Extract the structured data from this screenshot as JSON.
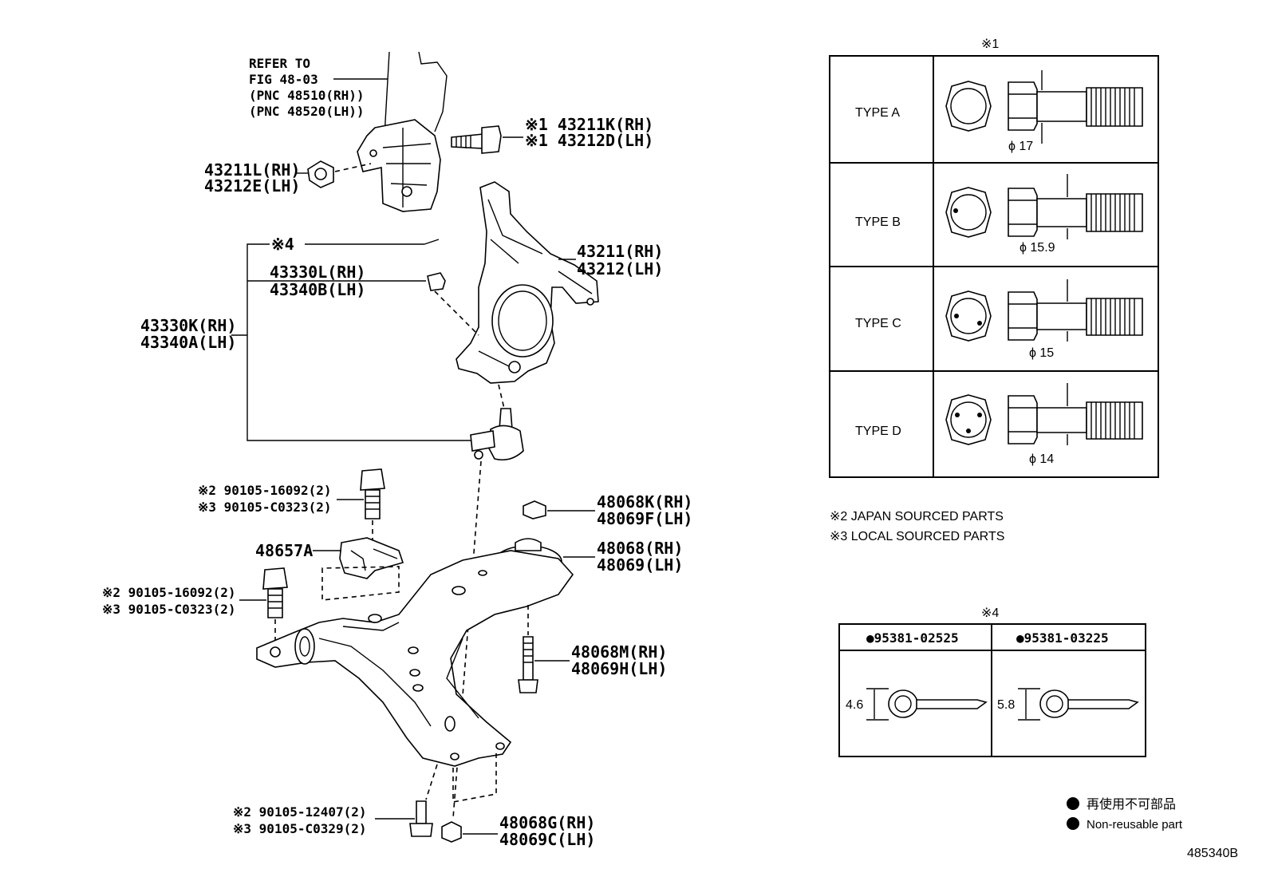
{
  "diagram_id": "485340B",
  "strut_refer": {
    "line1": "REFER TO",
    "line2": "FIG 48-03",
    "line3": "(PNC 48510(RH))",
    "line4": "(PNC 48520(LH))"
  },
  "labels": {
    "bolt_rh": "※1 43211K(RH)",
    "bolt_lh": "※1 43212D(LH)",
    "nut_rh": "43211L(RH)",
    "nut_lh": "43212E(LH)",
    "mark4": "※4",
    "knuckle_rh": "43211(RH)",
    "knuckle_lh": "43212(LH)",
    "pin_rh": "43330L(RH)",
    "pin_lh": "43340B(LH)",
    "balljoint_rh": "43330K(RH)",
    "balljoint_lh": "43340A(LH)",
    "bolt_upper_2": "※2 90105-16092(2)",
    "bolt_upper_3": "※3 90105-C0323(2)",
    "nut_arm_rh": "48068K(RH)",
    "nut_arm_lh": "48069F(LH)",
    "bracket": "48657A",
    "bush_rh": "48068(RH)",
    "bush_lh": "48069(LH)",
    "bolt_mid_2": "※2 90105-16092(2)",
    "bolt_mid_3": "※3 90105-C0323(2)",
    "bolt_arm_rh": "48068M(RH)",
    "bolt_arm_lh": "48069H(LH)",
    "bolt_low_2": "※2 90105-12407(2)",
    "bolt_low_3": "※3 90105-C0329(2)",
    "nut_low_rh": "48068G(RH)",
    "nut_low_lh": "48069C(LH)"
  },
  "table1": {
    "mark": "※1",
    "rows": [
      {
        "type": "TYPE A",
        "dia": "ϕ 17"
      },
      {
        "type": "TYPE B",
        "dia": "ϕ 15.9"
      },
      {
        "type": "TYPE C",
        "dia": "ϕ 15"
      },
      {
        "type": "TYPE D",
        "dia": "ϕ 14"
      }
    ]
  },
  "notes": {
    "n2": "※2 JAPAN SOURCED PARTS",
    "n3": "※3 LOCAL SOURCED PARTS"
  },
  "table4": {
    "mark": "※4",
    "col1": "●95381-02525",
    "col2": "●95381-03225",
    "dim1": "4.6",
    "dim2": "5.8"
  },
  "legend": {
    "jp": "再使用不可部品",
    "en": "Non-reusable part"
  }
}
